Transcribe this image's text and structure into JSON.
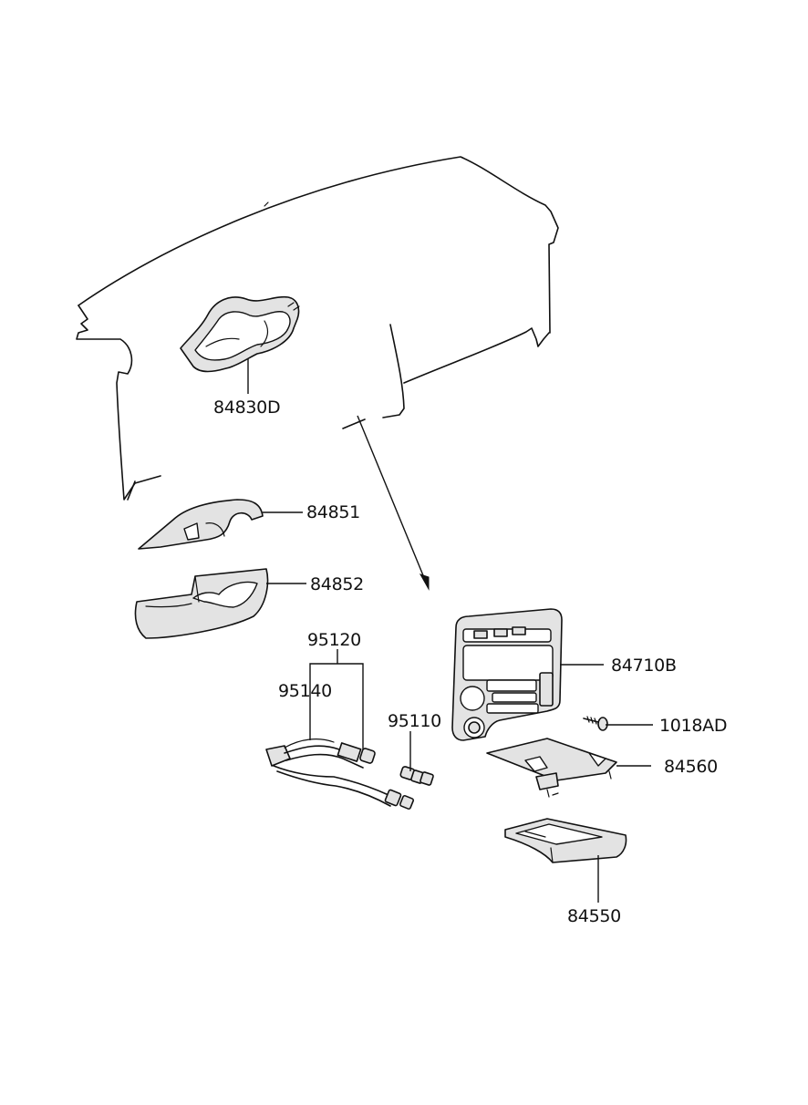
{
  "diagram": {
    "parts": [
      {
        "id": "p84830D",
        "number": "84830D"
      },
      {
        "id": "p84851",
        "number": "84851"
      },
      {
        "id": "p84852",
        "number": "84852"
      },
      {
        "id": "p95120",
        "number": "95120"
      },
      {
        "id": "p95140",
        "number": "95140"
      },
      {
        "id": "p95110",
        "number": "95110"
      },
      {
        "id": "p84710B",
        "number": "84710B"
      },
      {
        "id": "p1018AD",
        "number": "1018AD"
      },
      {
        "id": "p84560",
        "number": "84560"
      },
      {
        "id": "p84550",
        "number": "84550"
      }
    ]
  }
}
